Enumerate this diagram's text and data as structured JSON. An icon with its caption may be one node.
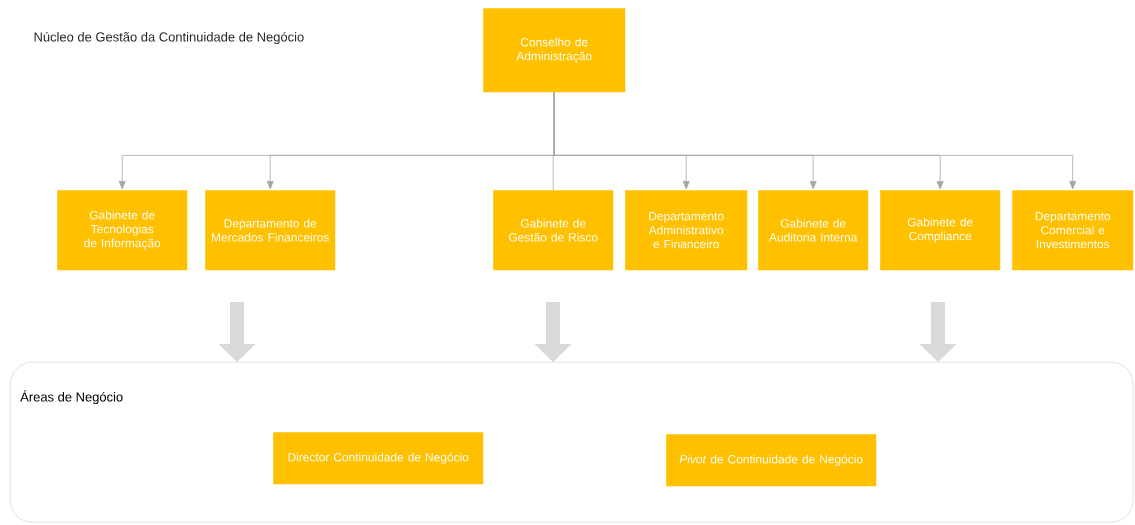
{
  "diagram": {
    "title": "Núcleo de Gestão da Continuidade de Negócio",
    "nodes": [
      {
        "text": [
          "Conselho de Administração"
        ]
      },
      {
        "text": [
          "Gabinete de Tecnologias de Informação"
        ]
      },
      {
        "text": [
          "Departamento de Mercados Financeiros"
        ]
      },
      {
        "text": [
          "Gabinete de Gestão de Risco"
        ]
      },
      {
        "text": [
          "Departamento Administrativo e Financeiro"
        ]
      },
      {
        "text": [
          "Gabinete de Auditoria Interna"
        ]
      },
      {
        "text": [
          "Gabinete de Compliance"
        ]
      },
      {
        "text": [
          "Departamento Comercial e Investimentos"
        ]
      },
      {
        "text": [
          "Áreas de Negócio"
        ]
      },
      {
        "text": [
          "Director Continuidade de Negócio"
        ],
        "in": 8
      },
      {
        "text": [
          "*Pivot* de Continuidade de Negócio"
        ],
        "in": 8
      }
    ],
    "edges": [
      {
        "from": 0,
        "to": 1,
        "arrow": "to"
      },
      {
        "from": 0,
        "to": 2,
        "arrow": "to"
      },
      {
        "from": 0,
        "to": 3,
        "arrow": "none"
      },
      {
        "from": 0,
        "to": 4,
        "arrow": "to"
      },
      {
        "from": 0,
        "to": 5,
        "arrow": "to"
      },
      {
        "from": 0,
        "to": 6,
        "arrow": "to"
      },
      {
        "from": 0,
        "to": 7,
        "arrow": "to"
      },
      {
        "from": null,
        "to": 8,
        "arrow": "to",
        "style": "thick",
        "color": "#d9d9d9"
      },
      {
        "from": null,
        "to": 8,
        "arrow": "to",
        "style": "thick",
        "color": "#d9d9d9"
      },
      {
        "from": null,
        "to": 8,
        "arrow": "to",
        "style": "thick",
        "color": "#d9d9d9"
      }
    ]
  }
}
